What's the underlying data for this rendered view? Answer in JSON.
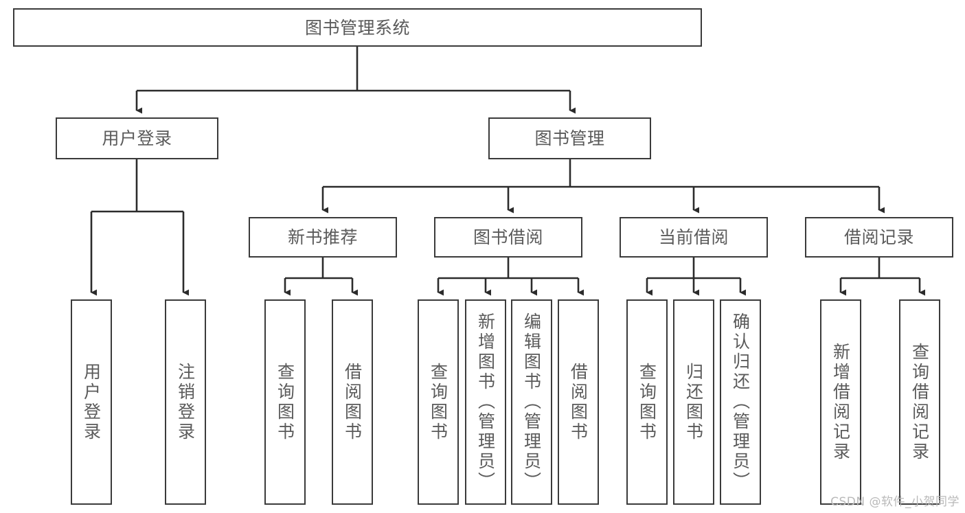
{
  "diagram": {
    "title": "图书管理系统",
    "type": "tree-structure-chart",
    "colors": {
      "box_border": "#3a3a3a",
      "box_fill": "#ffffff",
      "text": "#5a5a5a",
      "line": "#2b2b2b",
      "watermark": "#b9b9b9",
      "background": "#ffffff"
    },
    "root": {
      "label": "图书管理系统"
    },
    "level2": [
      {
        "label": "用户登录"
      },
      {
        "label": "图书管理"
      }
    ],
    "level3": [
      {
        "label": "新书推荐"
      },
      {
        "label": "图书借阅"
      },
      {
        "label": "当前借阅"
      },
      {
        "label": "借阅记录"
      }
    ],
    "leaves": {
      "user_login": [
        {
          "label": "用户登录"
        },
        {
          "label": "注销登录"
        }
      ],
      "new_book": [
        {
          "label": "查询图书"
        },
        {
          "label": "借阅图书"
        }
      ],
      "book_borrow": [
        {
          "label": "查询图书"
        },
        {
          "label": "新增图书（管理员）"
        },
        {
          "label": "编辑图书（管理员）"
        },
        {
          "label": "借阅图书"
        }
      ],
      "current_borrow": [
        {
          "label": "查询图书"
        },
        {
          "label": "归还图书"
        },
        {
          "label": "确认归还（管理员）"
        }
      ],
      "borrow_record": [
        {
          "label": "新增借阅记录"
        },
        {
          "label": "查询借阅记录"
        }
      ]
    },
    "watermark": "CSDN @软件_小贺同学"
  }
}
